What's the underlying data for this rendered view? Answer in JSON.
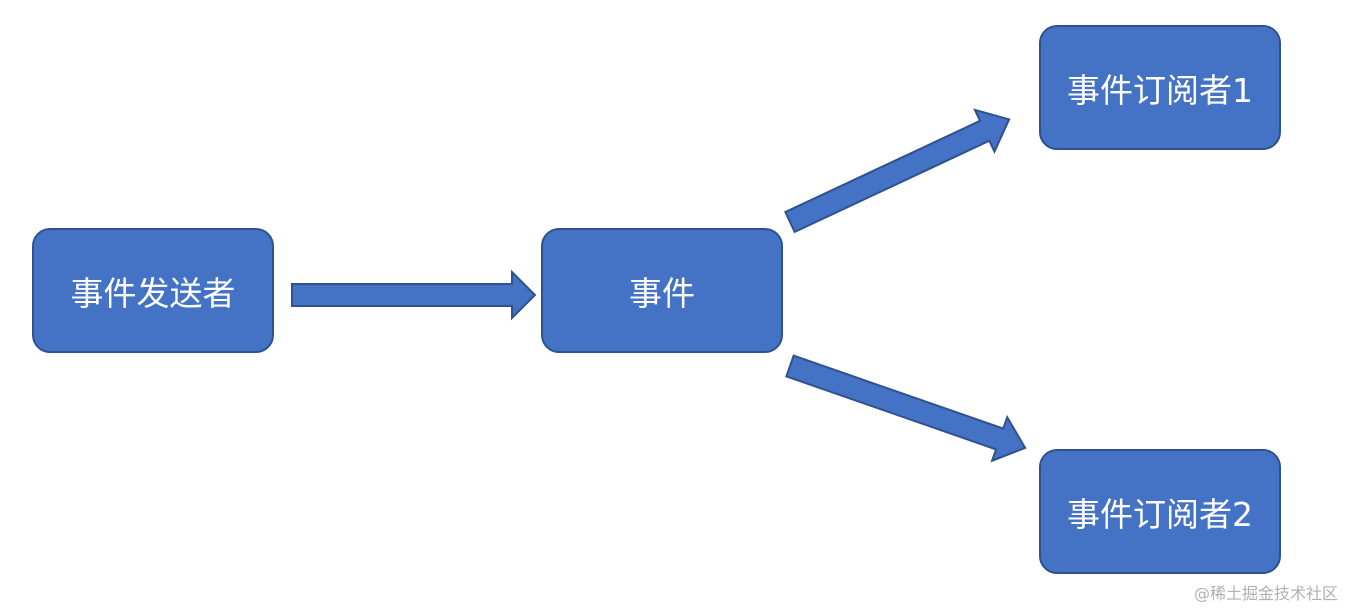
{
  "diagram": {
    "nodes": {
      "sender": "事件发送者",
      "event": "事件",
      "subscriber1": "事件订阅者1",
      "subscriber2": "事件订阅者2"
    },
    "colors": {
      "node_fill": "#4472c4",
      "node_border": "#2f528f",
      "text": "#ffffff"
    }
  },
  "watermark": "@稀土掘金技术社区"
}
